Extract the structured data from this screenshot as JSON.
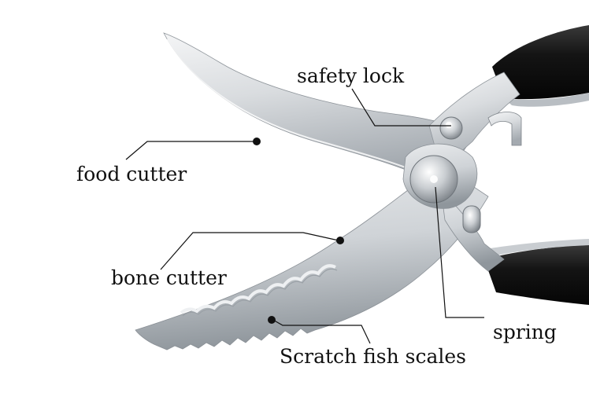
{
  "diagram": {
    "subject": "kitchen poultry shears",
    "colors": {
      "background": "#ffffff",
      "blade_steel": "#d9dcdf",
      "blade_highlight": "#f4f5f6",
      "blade_shadow": "#9aa0a6",
      "handle": "#141414",
      "leader_line": "#111111",
      "label_text": "#111111"
    },
    "labels": {
      "safety_lock": "safety lock",
      "food_cutter": "food cutter",
      "bone_cutter": "bone cutter",
      "spring": "spring",
      "scratch_fish_scales": "Scratch fish scales"
    }
  }
}
